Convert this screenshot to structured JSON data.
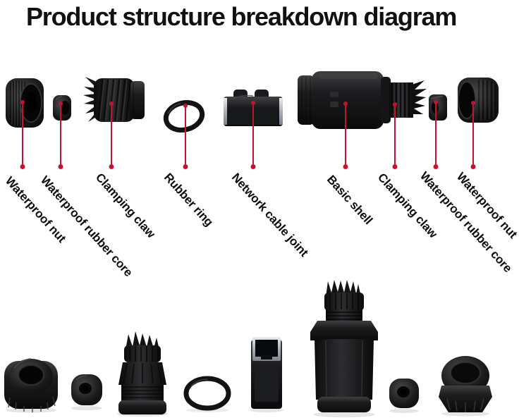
{
  "title": "Product structure breakdown diagram",
  "colors": {
    "background": "#ffffff",
    "title_text": "#111111",
    "leader_line": "#c51230",
    "part_black": "#141416",
    "metal_silver": "#b7bcc2"
  },
  "parts": [
    {
      "label": "Waterproof nut"
    },
    {
      "label": "Waterproof rubber core"
    },
    {
      "label": "Clamping claw"
    },
    {
      "label": "Rubber ring"
    },
    {
      "label": "Network cable joint"
    },
    {
      "label": "Basic shell"
    },
    {
      "label": "Clamping claw"
    },
    {
      "label": "Waterproof rubber core"
    },
    {
      "label": "Waterproof nut"
    }
  ],
  "photo_row": {
    "items": [
      "waterproof-nut",
      "waterproof-rubber-core",
      "clamping-claw",
      "rubber-ring",
      "network-cable-joint",
      "assembled-connector",
      "waterproof-rubber-core",
      "waterproof-nut"
    ]
  }
}
